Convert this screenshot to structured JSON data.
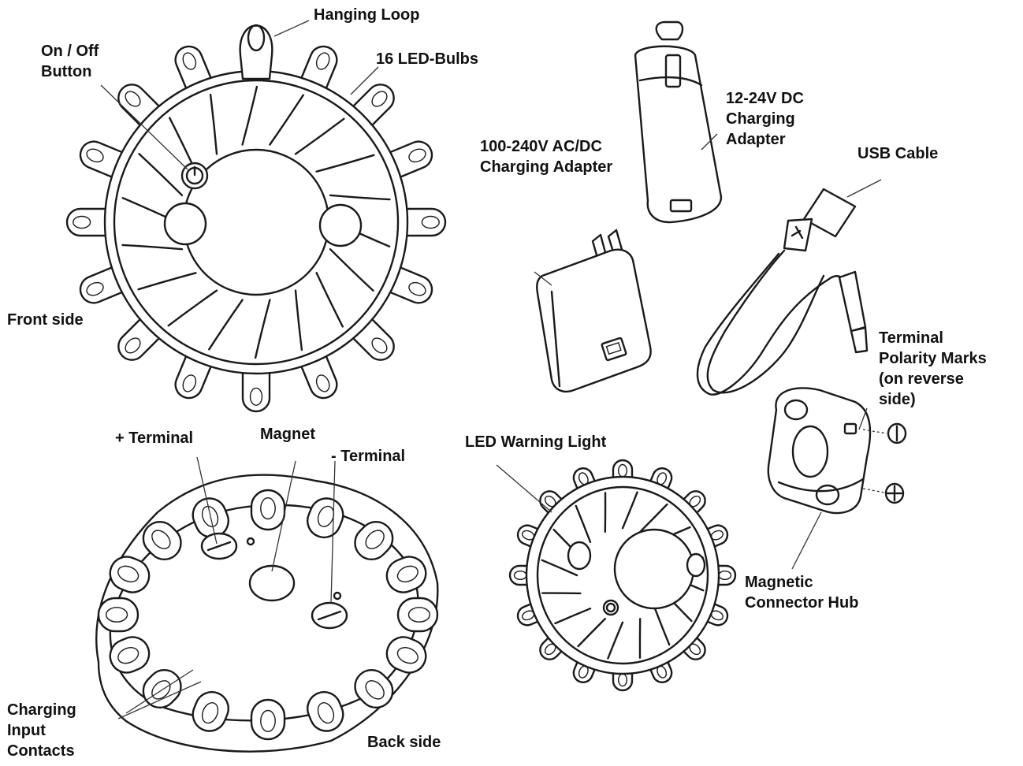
{
  "labels": {
    "hanging_loop": "Hanging Loop",
    "on_off_button": [
      "On / Off",
      "Button"
    ],
    "led_bulbs": "16 LED-Bulbs",
    "front_side": "Front side",
    "dc_adapter": [
      "12-24V DC",
      "Charging",
      "Adapter"
    ],
    "ac_adapter": [
      "100-240V AC/DC",
      "Charging Adapter"
    ],
    "usb_cable": "USB Cable",
    "polarity_marks": [
      "Terminal",
      "Polarity Marks",
      "(on reverse",
      "side)"
    ],
    "plus_terminal": "+ Terminal",
    "magnet": "Magnet",
    "minus_terminal": "- Terminal",
    "led_warning_light": "LED Warning Light",
    "connector_hub": [
      "Magnetic",
      "Connector Hub"
    ],
    "charging_contacts": [
      "Charging",
      "Input",
      "Contacts"
    ],
    "back_side": "Back side"
  },
  "icons": {
    "power": "power-icon",
    "minus_mark": "minus-circle-icon",
    "plus_mark": "plus-circle-icon"
  }
}
